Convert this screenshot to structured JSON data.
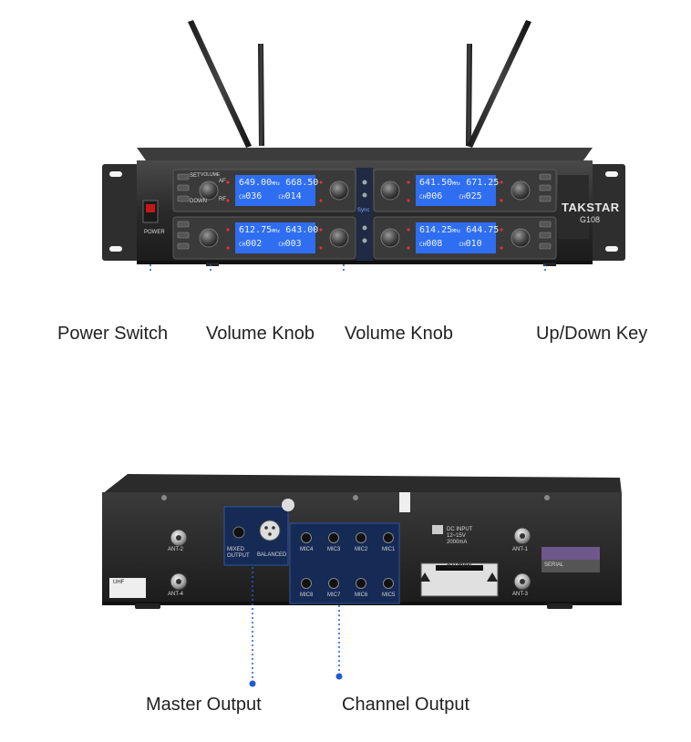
{
  "brand": {
    "name": "TAKSTAR",
    "model": "G108"
  },
  "front": {
    "power_label": "POWER",
    "sync_label": "Sync",
    "channels": [
      {
        "freq_a": "649.00",
        "freq_b": "668.50",
        "ch_a": "036",
        "ch_b": "014"
      },
      {
        "freq_a": "641.50",
        "freq_b": "671.25",
        "ch_a": "006",
        "ch_b": "025"
      },
      {
        "freq_a": "612.75",
        "freq_b": "643.00",
        "ch_a": "002",
        "ch_b": "003"
      },
      {
        "freq_a": "614.25",
        "freq_b": "644.75",
        "ch_a": "008",
        "ch_b": "010"
      }
    ],
    "unit_mhz": "MHz",
    "ch_prefix": "CH",
    "af_label": "AF",
    "rf_label": "RF",
    "set_label": "SET",
    "down_label": "DOWN",
    "volume_label": "VOLUME"
  },
  "rear": {
    "ant2": "ANT-2",
    "ant4": "ANT-4",
    "ant1": "ANT-1",
    "ant3": "ANT-3",
    "mixed_output": "MIXED\nOUTPUT",
    "balanced": "BALANCED",
    "mic_top": [
      "MIC4",
      "MIC3",
      "MIC2",
      "MIC1"
    ],
    "mic_bottom": [
      "MIC8",
      "MIC7",
      "MIC6",
      "MIC5"
    ],
    "dc_input": "DC INPUT\n12~15V\n2000mA",
    "caution": "CAUTION",
    "uhf": "UHF",
    "serial": "SERIAL"
  },
  "callouts": {
    "power_switch": "Power Switch",
    "volume_knob_left": "Volume Knob",
    "volume_knob_right": "Volume Knob",
    "up_down_key": "Up/Down Key",
    "master_output": "Master Output",
    "channel_output": "Channel Output"
  },
  "colors": {
    "accent_dot": "#1e5bd6",
    "lcd_blue": "#2f6ef0",
    "chassis": "#2a2a2a"
  }
}
